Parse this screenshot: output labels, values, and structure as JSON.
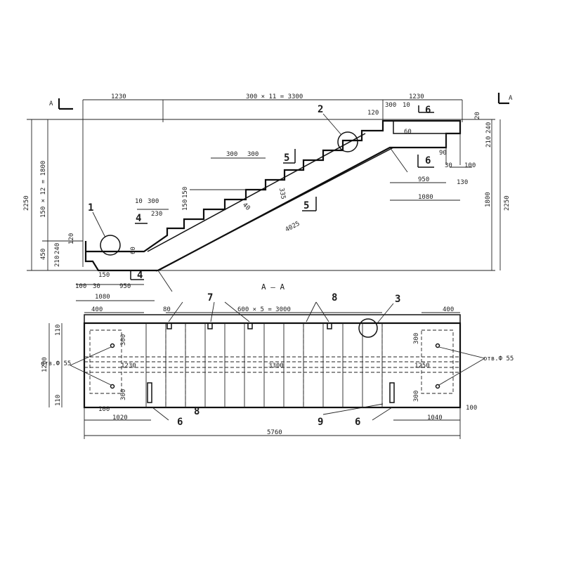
{
  "elevation": {
    "section_marks": [
      "А",
      "А"
    ],
    "dims": {
      "top_left": "1230",
      "top_mid": "300 × 11 = 3300",
      "top_right": "1230",
      "left_total": "2250",
      "left_rise": "150 × 12 = 1800",
      "left_bottom": "450",
      "left_240": "240",
      "left_120": "120",
      "left_210": "210",
      "right_total": "2250",
      "right_1800": "1800",
      "right_20": "20",
      "right_240": "240",
      "right_210": "210",
      "tread_a": "300",
      "tread_b": "300",
      "riser_a": "150",
      "riser_b": "150",
      "tread_low": "300",
      "small_10": "10",
      "small_230": "230",
      "small_60": "60",
      "diag_335": "335",
      "diag_40": "40",
      "slab": "4025",
      "bottom_150": "150",
      "bottom_100": "100",
      "bottom_30": "30",
      "bottom_950": "950",
      "bottom_1080": "1080",
      "right_950": "950",
      "right_1080": "1080",
      "right_130": "130",
      "right_30": "30",
      "right_100": "100",
      "right_90": "90",
      "top_300": "300",
      "top_10": "10",
      "top_120": "120",
      "top_60": "60"
    },
    "callouts": [
      "1",
      "2",
      "4",
      "4",
      "5",
      "5",
      "6",
      "6"
    ]
  },
  "plan": {
    "title": "А — А",
    "dims": {
      "left_400": "400",
      "right_400": "400",
      "d80": "80",
      "span": "600 × 5 = 3000",
      "left_110_top": "110",
      "left_110_bot": "110",
      "width_1200": "1200",
      "c1230_left": "1230",
      "c3300": "3300",
      "c1250_right": "1250",
      "v300_a": "300",
      "v300_b": "300",
      "v300_c": "300",
      "v300_d": "300",
      "d100_left": "100",
      "d100_right": "100",
      "d1020": "1020",
      "d1040": "1040",
      "d5760": "5760"
    },
    "hole_left": "отв.Ф 55",
    "hole_right": "отв.Ф 55",
    "callouts": [
      "3",
      "6",
      "6",
      "7",
      "8",
      "8",
      "9"
    ]
  }
}
